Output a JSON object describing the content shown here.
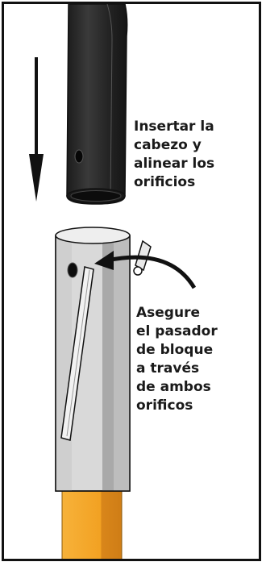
{
  "instructions": {
    "insert_lines": [
      "Insertar la",
      "cabezo y",
      "alinear los",
      "orificios"
    ],
    "secure_lines": [
      "Asegure",
      "el pasador",
      "de bloque",
      "a través",
      "de ambos",
      "orificos"
    ]
  },
  "colors": {
    "upper_tube": "#2b2b2b",
    "lower_tube": "#d7d7d7",
    "handle": "#f2a122",
    "outline": "#111111"
  },
  "icons": [
    "down-arrow-icon",
    "curved-arrow-icon"
  ]
}
